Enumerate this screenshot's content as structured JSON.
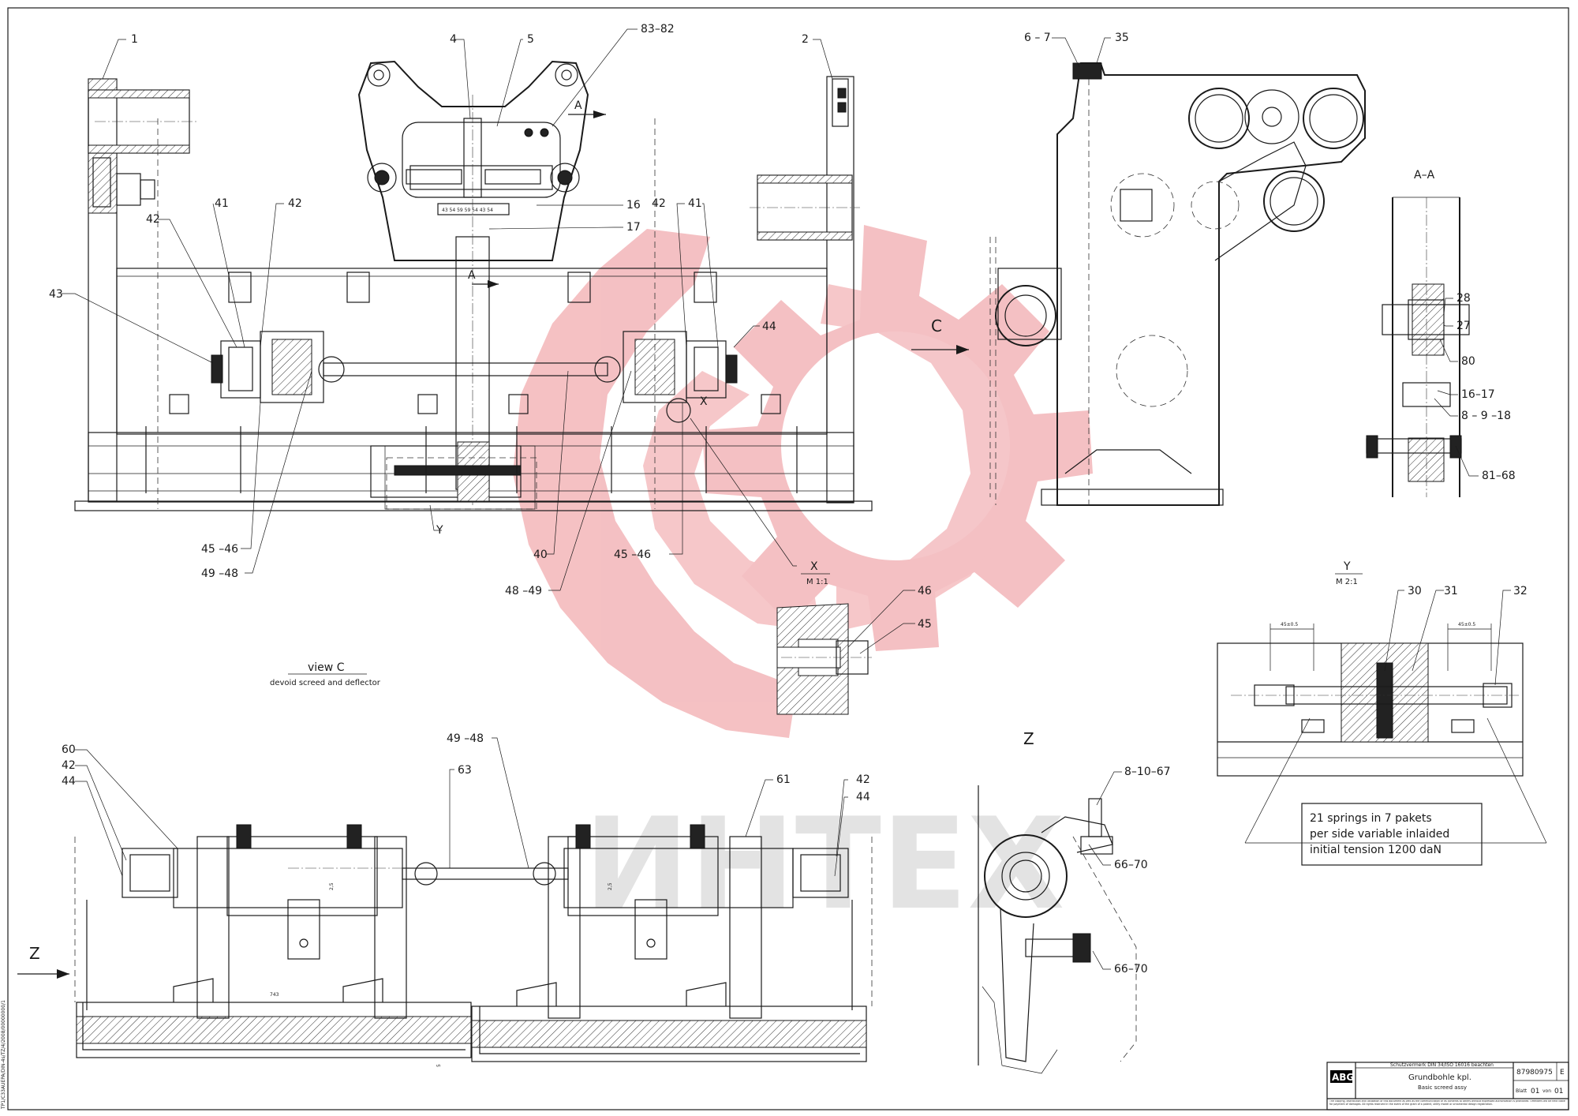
{
  "title_block": {
    "logo": "ABG",
    "company_note": "Schutzvermerk DIN 34/ISO 16016 beachten",
    "title_de": "Grundbohle kpl.",
    "title_en": "Basic screed assy",
    "drawing_number": "87980975",
    "revision": "E",
    "sheet_label": "Blatt",
    "sheet_no": "01",
    "sheets_of_label": "von",
    "sheets_total": "01",
    "legal_text": "The copying, distribution and utilization of this document as well as the communication of its contents to others without expressed authorization is prohibited. Offenders will be held liable for payment of damages. All rights reserved in the event of the grant of a patent, utility model or ornamental design registration."
  },
  "side_code": "TP1/C33AUEPA/DIN-4s/TZ/4/2008/00000000/1",
  "views": {
    "view_c_title": "view C",
    "view_c_subtitle": "devoid screed and deflector",
    "section_aa": "A–A",
    "detail_x": "X",
    "detail_x_scale": "M 1:1",
    "detail_y": "Y",
    "detail_y_scale": "M 2:1",
    "view_z": "Z",
    "arrow_c": "C",
    "arrow_z": "Z",
    "cut_a1": "A",
    "cut_a2": "A",
    "marker_x": "X",
    "marker_y": "Y"
  },
  "note": {
    "line1": "21 springs in 7 pakets",
    "line2": "per side variable inlaided",
    "line3": "initial tension 1200 daN"
  },
  "dimensions": {
    "d1": "45±0.5",
    "d2": "45±0.5",
    "d3": "743",
    "d4": "2,5",
    "d5": "2,5",
    "d6": "5"
  },
  "scale_labels": "43 54 59 59 54 43 54",
  "watermark_text": "ИНТЕХ",
  "callouts": {
    "c1": "1",
    "c2": "2",
    "c4": "4",
    "c5": "5",
    "c83": "83–82",
    "c6": "6 – 7",
    "c35": "35",
    "c16": "16",
    "c17": "17",
    "c42a": "42",
    "c41a": "41",
    "c42b": "42",
    "c43": "43",
    "c42c": "42",
    "c41b": "41",
    "c44a": "44",
    "c4546a": "45 –46",
    "c4948a": "49 –48",
    "c40": "40",
    "c4849": "48 –49",
    "c4546b": "45 –46",
    "c28": "28",
    "c27": "27",
    "c80": "80",
    "c1617": "16–17",
    "c8918": "8 – 9 –18",
    "c8168": "81–68",
    "c46": "46",
    "c45": "45",
    "c30": "30",
    "c31": "31",
    "c32": "32",
    "c60": "60",
    "c42d": "42",
    "c44b": "44",
    "c4948b": "49 –48",
    "c63": "63",
    "c61": "61",
    "c42e": "42",
    "c44c": "44",
    "c81067": "8–10–67",
    "c6670a": "66–70",
    "c6670b": "66–70"
  }
}
